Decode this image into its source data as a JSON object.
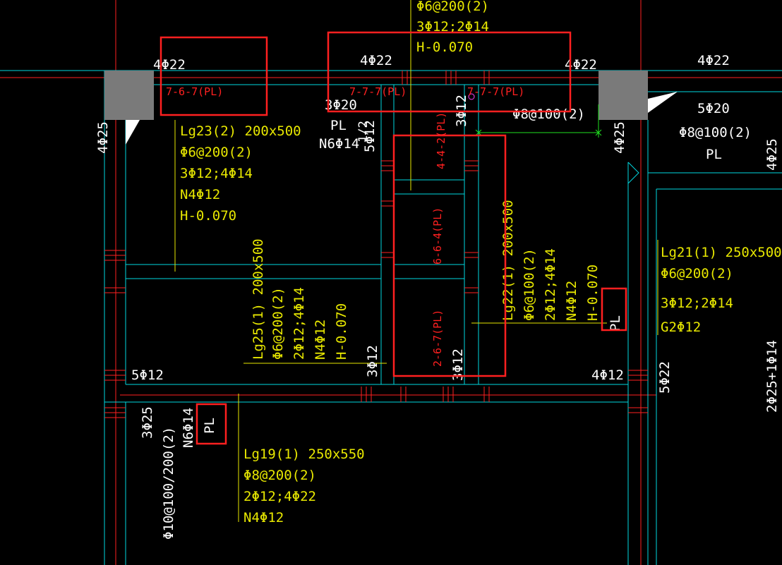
{
  "colors": {
    "background": "#000000",
    "beam_line": "#00d8e0",
    "axis_line": "#ff2020",
    "annotation_text": "#e8e800",
    "white_text": "#ffffff",
    "highlight_box": "#ff2020",
    "column_fill": "#7a7a7a",
    "green_dim": "#20e020",
    "pink_marker": "#ff40ff"
  },
  "top_labels": {
    "stirrup_top": "Φ6@200(2)",
    "bars_top": "3Φ12;2Φ14",
    "height_top": "H-0.070",
    "col1": "4Φ22",
    "col2": "4Φ22",
    "col3": "4Φ22",
    "col4": "4Φ22"
  },
  "red_tags": {
    "tag1": "7-6-7(PL)",
    "tag2": "7-7-7(PL)",
    "tag3": "7-7-7(PL)",
    "tag4": "4-4-2(PL)",
    "tag5": "6-6-4(PL)",
    "tag6": "2-6-7(PL)"
  },
  "beam_lg23": {
    "name": "Lg23(2) 200x500",
    "stirrup": "Φ6@200(2)",
    "bars": "3Φ12;4Φ14",
    "torsion": "N4Φ12",
    "height": "H-0.070"
  },
  "beam_pl_mid": {
    "bottom": "3Φ20",
    "pl": "PL",
    "torsion": "N6Φ14",
    "small": "1/2",
    "v1": "5Φ12",
    "v2": "3Φ12"
  },
  "beam_right_top": {
    "bottom": "5Φ20",
    "stirrup": "Φ8@100(2)",
    "pl": "PL",
    "stirrup_mid": "Φ8@100(2)"
  },
  "col_labels": {
    "left_col": "4Φ25",
    "right_col": "4Φ25",
    "far_right": "4Φ25"
  },
  "beam_lg21": {
    "name": "Lg21(1) 250x500",
    "stirrup": "Φ6@200(2)",
    "bars": "3Φ12;2Φ14",
    "torsion": "G2Φ12"
  },
  "beam_lg25": {
    "name": "Lg25(1) 200x500",
    "stirrup": "Φ6@200(2)",
    "bars": "2Φ12;4Φ14",
    "torsion": "N4Φ12",
    "height": "H-0.070"
  },
  "beam_lg22": {
    "name": "Lg22(1) 200x500",
    "stirrup": "Φ6@100(2)",
    "bars": "2Φ12;4Φ14",
    "torsion": "N4Φ12",
    "height": "H-0.070",
    "pl": "PL"
  },
  "misc_labels": {
    "five_12_left": "5Φ12",
    "four_12_right": "4Φ12",
    "three_12_mid": "3Φ12",
    "three_12_mid2": "3Φ12",
    "five_22": "5Φ22",
    "far_right_bars": "2Φ25+1Φ14"
  },
  "beam_lg19": {
    "name": "Lg19(1) 250x550",
    "stirrup": "Φ8@200(2)",
    "bars": "2Φ12;4Φ22",
    "torsion": "N4Φ12",
    "left_bottom": "3Φ25",
    "left_stirrup": "Φ10@100/200(2)",
    "left_torsion": "N6Φ14",
    "pl": "PL"
  }
}
